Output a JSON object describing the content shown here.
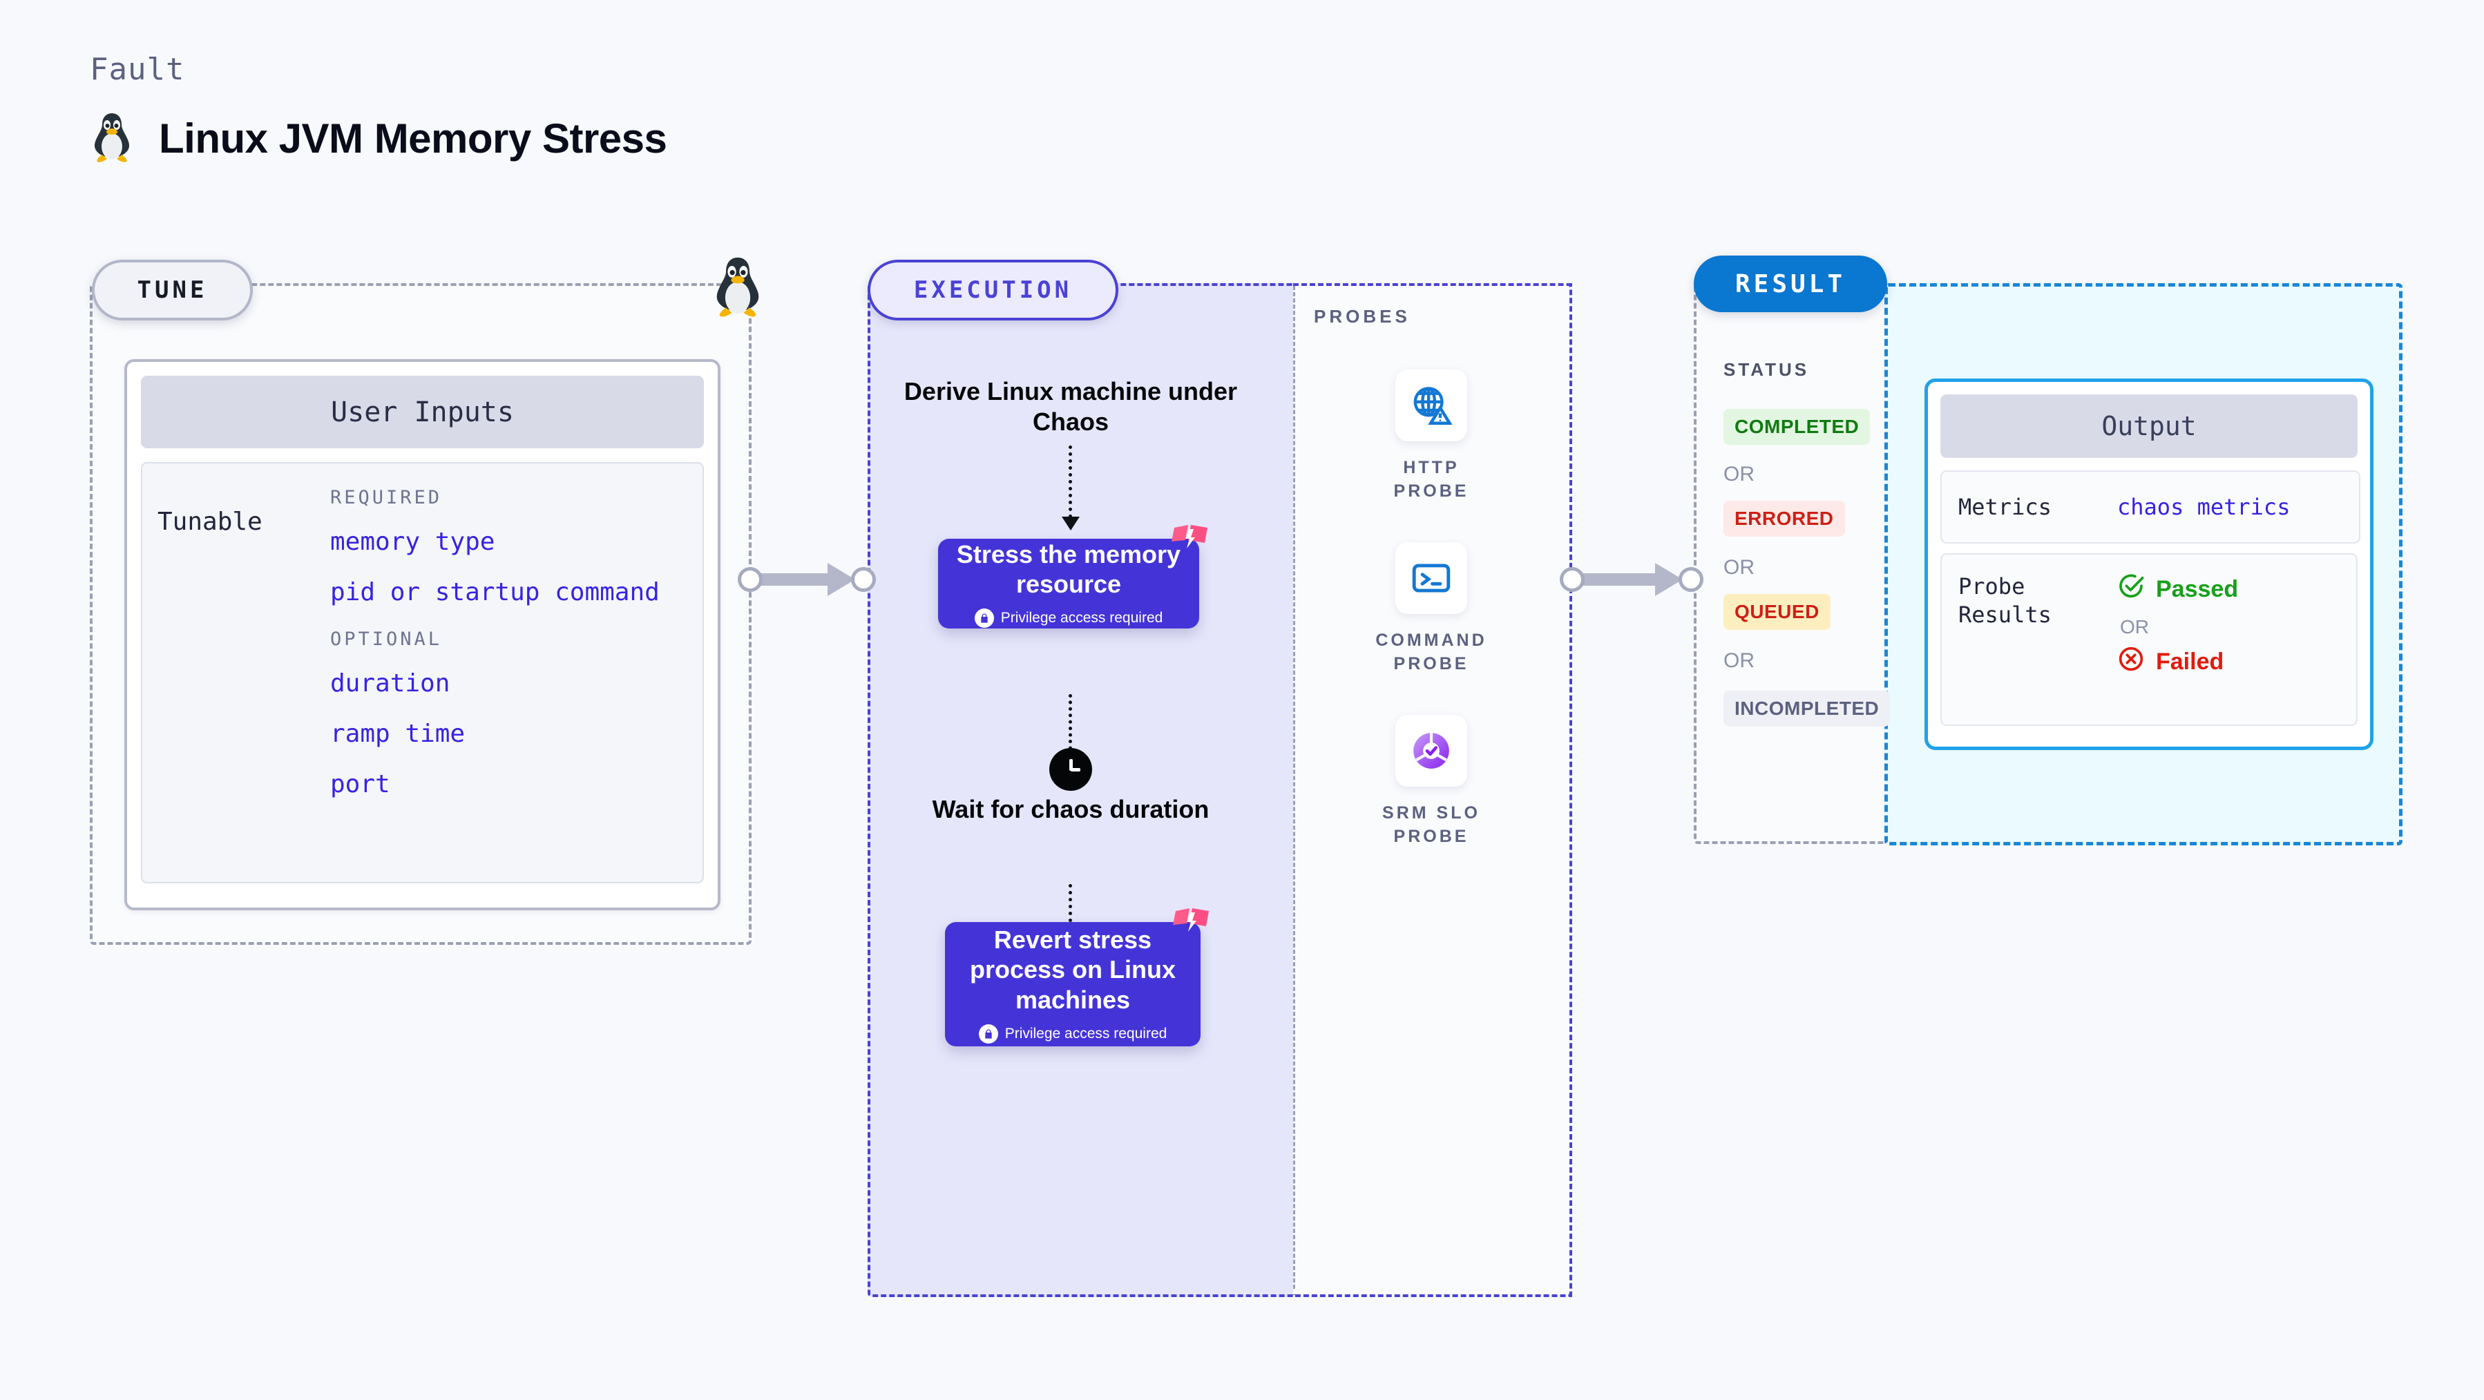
{
  "header": {
    "kicker": "Fault",
    "title": "Linux JVM Memory Stress",
    "icon": "linux-tux-icon"
  },
  "stages": {
    "tune": {
      "badge": "TUNE"
    },
    "execution": {
      "badge": "EXECUTION"
    },
    "result": {
      "badge": "RESULT"
    },
    "probes": {
      "title": "PROBES"
    }
  },
  "tune": {
    "card_header": "User Inputs",
    "tunable_label": "Tunable",
    "required_title": "REQUIRED",
    "required_items": [
      "memory type",
      "pid or startup command"
    ],
    "optional_title": "OPTIONAL",
    "optional_items": [
      "duration",
      "ramp time",
      "port"
    ]
  },
  "execution": {
    "derive_step": "Derive Linux machine under Chaos",
    "stress_card": {
      "title": "Stress the memory resource",
      "privilege": "Privilege access required",
      "lock_icon": "lock-icon",
      "corner_icon": "harness-flag-icon"
    },
    "wait_step": "Wait for chaos duration",
    "clock_icon": "clock-icon",
    "revert_card": {
      "title": "Revert stress process on Linux machines",
      "privilege": "Privilege access required",
      "lock_icon": "lock-icon",
      "corner_icon": "harness-flag-icon"
    }
  },
  "probes": [
    {
      "label": "HTTP PROBE",
      "icon": "globe-warning-icon"
    },
    {
      "label": "COMMAND PROBE",
      "icon": "terminal-icon"
    },
    {
      "label": "SRM SLO PROBE",
      "icon": "slo-donut-check-icon"
    }
  ],
  "result": {
    "status_title": "STATUS",
    "or": "OR",
    "statuses": [
      {
        "label": "COMPLETED",
        "bg": "#e2f6e2",
        "fg": "#117a11"
      },
      {
        "label": "ERRORED",
        "bg": "#fde9e7",
        "fg": "#cc2016"
      },
      {
        "label": "QUEUED",
        "bg": "#fdeec0",
        "fg": "#cc2016"
      },
      {
        "label": "INCOMPLETED",
        "bg": "#eff0f5",
        "fg": "#5c6180"
      }
    ]
  },
  "output": {
    "card_header": "Output",
    "metrics_key": "Metrics",
    "metrics_value": "chaos metrics",
    "probe_results_key": "Probe Results",
    "passed": "Passed",
    "passed_icon": "check-circle-icon",
    "or": "OR",
    "failed": "Failed",
    "failed_icon": "x-circle-icon"
  },
  "colors": {
    "execution_accent": "#4a42d4",
    "execution_card": "#4434d8",
    "result_accent": "#0a77d0",
    "output_accent": "#1fa2e8",
    "tunable_value": "#3723e0",
    "probe_blue": "#1478d4",
    "harness_pink": "#ff5b8a"
  }
}
